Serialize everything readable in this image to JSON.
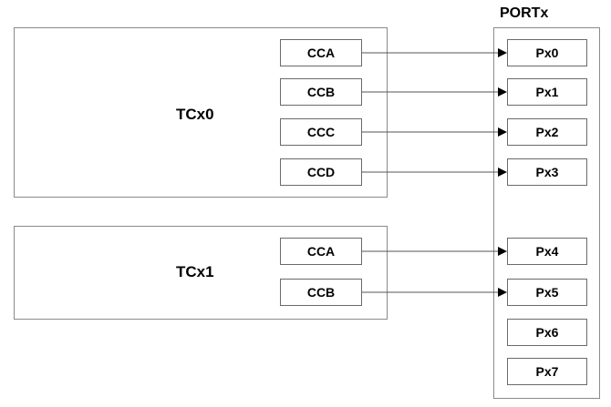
{
  "port": {
    "title": "PORTx",
    "pins": [
      "Px0",
      "Px1",
      "Px2",
      "Px3",
      "Px4",
      "Px5",
      "Px6",
      "Px7"
    ]
  },
  "tc0": {
    "title": "TCx0",
    "channels": [
      "CCA",
      "CCB",
      "CCC",
      "CCD"
    ]
  },
  "tc1": {
    "title": "TCx1",
    "channels": [
      "CCA",
      "CCB"
    ]
  },
  "connections": [
    {
      "from": "TCx0.CCA",
      "to": "Px0"
    },
    {
      "from": "TCx0.CCB",
      "to": "Px1"
    },
    {
      "from": "TCx0.CCC",
      "to": "Px2"
    },
    {
      "from": "TCx0.CCD",
      "to": "Px3"
    },
    {
      "from": "TCx1.CCA",
      "to": "Px4"
    },
    {
      "from": "TCx1.CCB",
      "to": "Px5"
    }
  ]
}
